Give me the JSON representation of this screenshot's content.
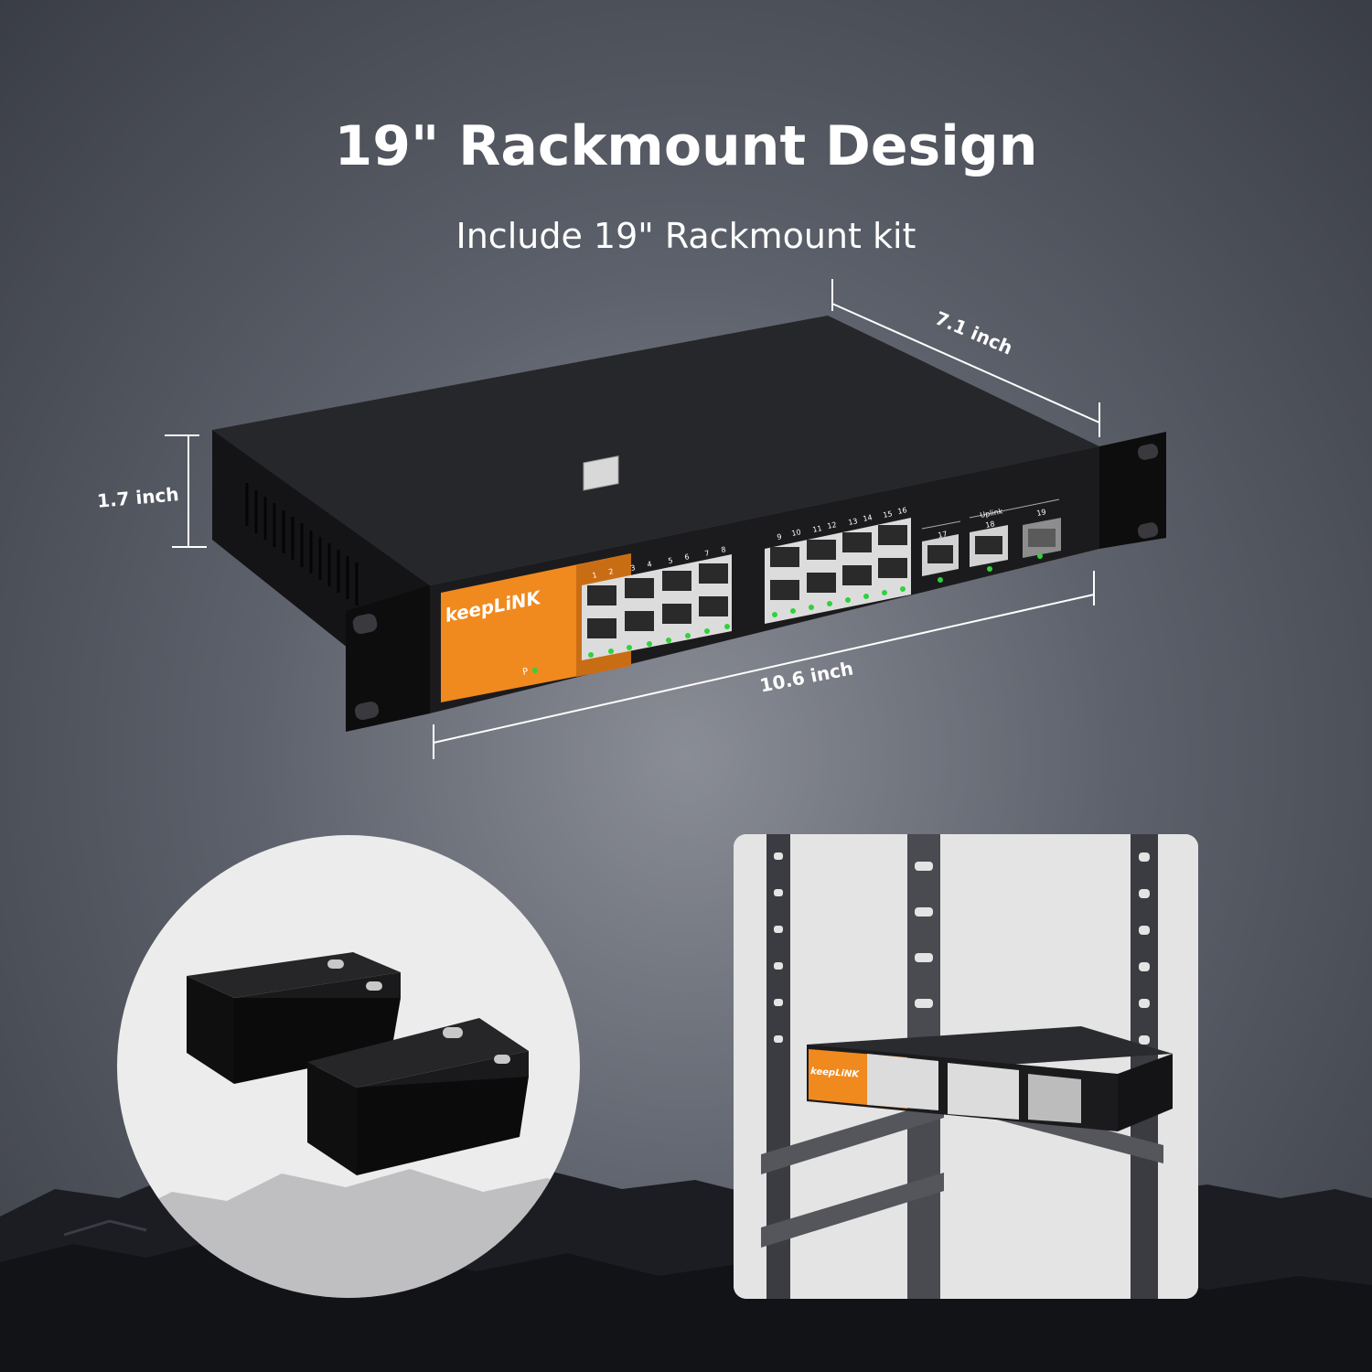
{
  "header": {
    "title": "19\" Rackmount Design",
    "subtitle": "Include 19\" Rackmount kit"
  },
  "dimensions": {
    "depth": "7.1 inch",
    "height": "1.7 inch",
    "width": "10.6 inch"
  },
  "product": {
    "brand": "keepLiNK",
    "power_label": "P",
    "port_labels_left": [
      "1",
      "2",
      "3",
      "4",
      "5",
      "6",
      "7",
      "8"
    ],
    "port_labels_right": [
      "9",
      "10",
      "11",
      "12",
      "13",
      "14",
      "15",
      "16"
    ],
    "uplink_label": "Uplink",
    "uplink_ports": [
      "17",
      "18",
      "19"
    ]
  },
  "colors": {
    "accent_orange": "#f0891e",
    "chassis": "#1b1b1d",
    "led_green": "#2fd23a"
  },
  "icons": [
    "rackmount-bracket-icon",
    "server-rack-icon"
  ]
}
